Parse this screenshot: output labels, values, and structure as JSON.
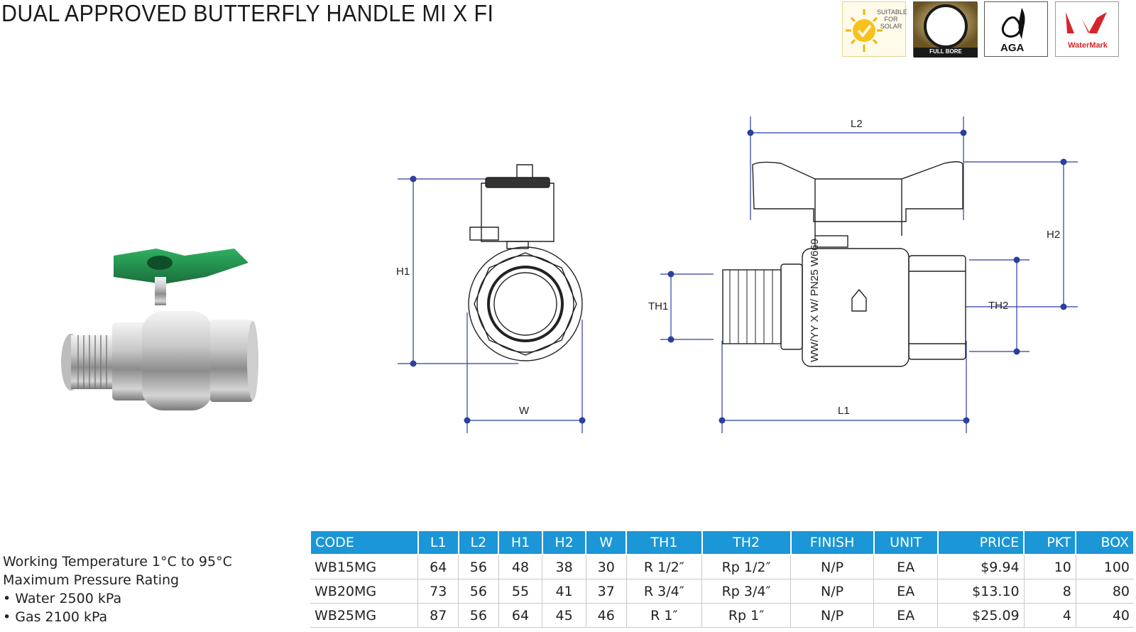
{
  "title": "DUAL APPROVED BUTTERFLY HANDLE MI X FI",
  "badges": {
    "solar": {
      "line1": "SUITABLE",
      "line2": "FOR",
      "line3": "SOLAR"
    },
    "fullbore": {
      "label": "FULL BORE"
    },
    "aga": {
      "label": "AGA"
    },
    "watermark": {
      "label": "WaterMark"
    }
  },
  "diagram": {
    "labels": {
      "l2": "L2",
      "h2": "H2",
      "h1": "H1",
      "th1": "TH1",
      "th2": "TH2",
      "w": "W",
      "l1": "L1"
    },
    "body_marking": "WW/YY X W/ PN25 W669"
  },
  "specs": {
    "line1": "Working Temperature  1°C to 95°C",
    "line2": "Maximum Pressure Rating",
    "line3": "• Water 2500 kPa",
    "line4": "• Gas 2100 kPa"
  },
  "table": {
    "headers": [
      "CODE",
      "L1",
      "L2",
      "H1",
      "H2",
      "W",
      "TH1",
      "TH2",
      "FINISH",
      "UNIT",
      "PRICE",
      "PKT",
      "BOX"
    ],
    "rows": [
      [
        "WB15MG",
        "64",
        "56",
        "48",
        "38",
        "30",
        "R 1/2″",
        "Rp 1/2″",
        "N/P",
        "EA",
        "$9.94",
        "10",
        "100"
      ],
      [
        "WB20MG",
        "73",
        "56",
        "55",
        "41",
        "37",
        "R 3/4″",
        "Rp 3/4″",
        "N/P",
        "EA",
        "$13.10",
        "8",
        "80"
      ],
      [
        "WB25MG",
        "87",
        "56",
        "64",
        "45",
        "46",
        "R 1″",
        "Rp 1″",
        "N/P",
        "EA",
        "$25.09",
        "4",
        "40"
      ]
    ]
  },
  "colors": {
    "header_blue": "#1b96d6",
    "dimension_line": "#2a3f9e",
    "handle_green": "#1e8a4a",
    "watermark_red": "#d6252b"
  }
}
